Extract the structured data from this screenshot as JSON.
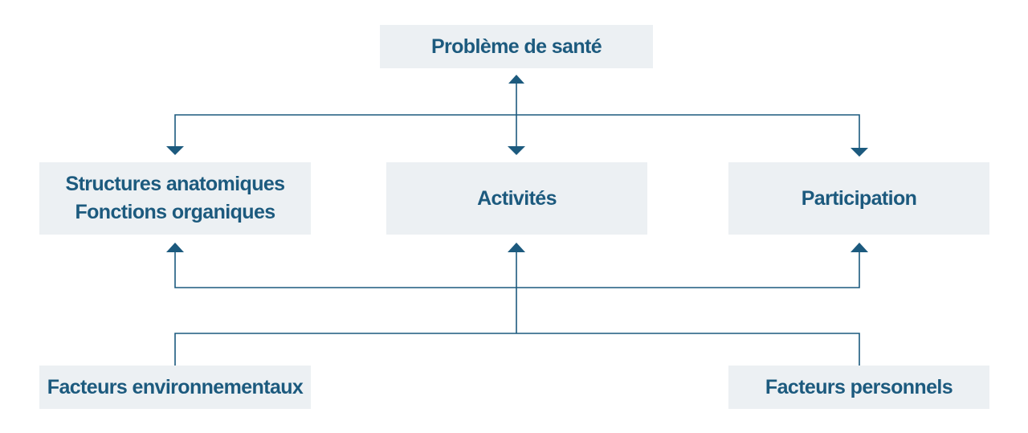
{
  "diagram": {
    "accent_color": "#1c5a7e",
    "box_color": "#ecf0f3",
    "nodes": {
      "health_condition": "Problème de santé",
      "body": {
        "line1": "Structures anatomiques",
        "line2": "Fonctions organiques"
      },
      "activities": "Activités",
      "participation": "Participation",
      "environmental": "Facteurs environnementaux",
      "personal": "Facteurs personnels"
    },
    "edges": [
      {
        "from": "health_condition",
        "to": "body",
        "direction": "both"
      },
      {
        "from": "health_condition",
        "to": "activities",
        "direction": "both"
      },
      {
        "from": "health_condition",
        "to": "participation",
        "direction": "both"
      },
      {
        "from": "environmental",
        "to": "body",
        "direction": "forward"
      },
      {
        "from": "environmental",
        "to": "activities",
        "direction": "forward"
      },
      {
        "from": "environmental",
        "to": "participation",
        "direction": "forward"
      },
      {
        "from": "personal",
        "to": "body",
        "direction": "forward"
      },
      {
        "from": "personal",
        "to": "activities",
        "direction": "forward"
      },
      {
        "from": "personal",
        "to": "participation",
        "direction": "forward"
      }
    ]
  }
}
